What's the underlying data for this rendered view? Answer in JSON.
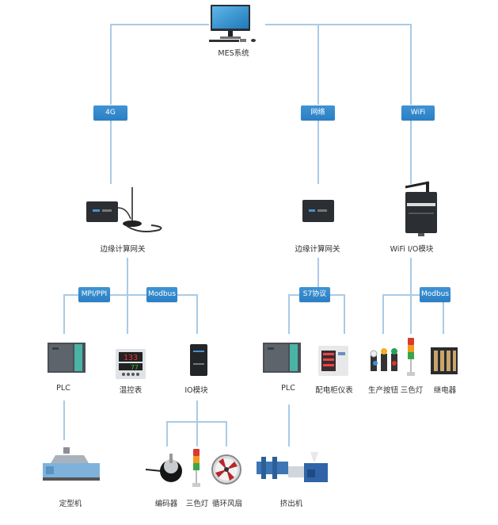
{
  "diagram": {
    "root": {
      "label": "MES系统",
      "icon": "computer-monitor-icon"
    },
    "channels": {
      "4g": "4G",
      "network": "网络",
      "wifi": "WiFi"
    },
    "gateways": {
      "left": {
        "label": "边缘计算网关",
        "icon": "edge-gateway-antenna-icon"
      },
      "middle": {
        "label": "边缘计算网关",
        "icon": "edge-gateway-icon"
      },
      "right": {
        "label": "WiFi I/O模块",
        "icon": "wifi-io-module-icon"
      }
    },
    "protocols": {
      "mpi": "MPI/PPI",
      "modbus_left": "Modbus",
      "s7": "S7协议",
      "modbus_right": "Modbus"
    },
    "devices": {
      "plc_left": "PLC",
      "temp_ctrl": "温控表",
      "io_module": "IO模块",
      "plc_mid": "PLC",
      "power_meter": "配电柜仪表",
      "buttons": "生产按钮",
      "tower_light_right": "三色灯",
      "relay": "继电器"
    },
    "machines": {
      "setting_machine": "定型机",
      "encoder": "编码器",
      "tower_light_bottom": "三色灯",
      "fan": "循环风扇",
      "extruder": "挤出机"
    },
    "colors": {
      "connector": "#a9cbe6",
      "tag": "#3589cb",
      "text": "#333333"
    }
  }
}
